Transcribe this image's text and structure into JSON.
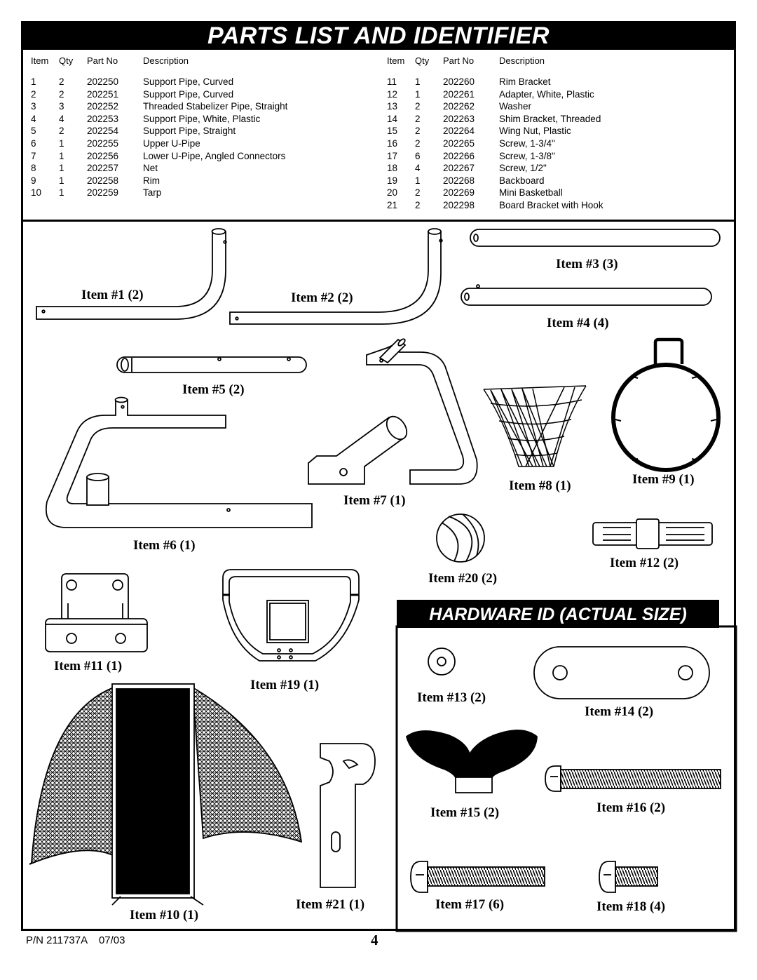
{
  "title": "PARTS LIST AND IDENTIFIER",
  "table_headers": [
    "Item",
    "Qty",
    "Part No",
    "Description"
  ],
  "parts_left": [
    [
      "1",
      "2",
      "202250",
      "Support Pipe, Curved"
    ],
    [
      "2",
      "2",
      "202251",
      "Support Pipe, Curved"
    ],
    [
      "3",
      "3",
      "202252",
      "Threaded Stabelizer Pipe, Straight"
    ],
    [
      "4",
      "4",
      "202253",
      "Support Pipe, White, Plastic"
    ],
    [
      "5",
      "2",
      "202254",
      "Support Pipe, Straight"
    ],
    [
      "6",
      "1",
      "202255",
      "Upper U-Pipe"
    ],
    [
      "7",
      "1",
      "202256",
      "Lower U-Pipe, Angled Connectors"
    ],
    [
      "8",
      "1",
      "202257",
      "Net"
    ],
    [
      "9",
      "1",
      "202258",
      "Rim"
    ],
    [
      "10",
      "1",
      "202259",
      "Tarp"
    ]
  ],
  "parts_right": [
    [
      "11",
      "1",
      "202260",
      "Rim Bracket"
    ],
    [
      "12",
      "1",
      "202261",
      "Adapter, White, Plastic"
    ],
    [
      "13",
      "2",
      "202262",
      "Washer"
    ],
    [
      "14",
      "2",
      "202263",
      "Shim Bracket, Threaded"
    ],
    [
      "15",
      "2",
      "202264",
      "Wing Nut, Plastic"
    ],
    [
      "16",
      "2",
      "202265",
      "Screw, 1-3/4\""
    ],
    [
      "17",
      "6",
      "202266",
      "Screw, 1-3/8\""
    ],
    [
      "18",
      "4",
      "202267",
      "Screw, 1/2\""
    ],
    [
      "19",
      "1",
      "202268",
      "Backboard"
    ],
    [
      "20",
      "2",
      "202269",
      "Mini Basketball"
    ],
    [
      "21",
      "2",
      "202298",
      "Board Bracket with Hook"
    ]
  ],
  "labels": {
    "item1": "Item #1  (2)",
    "item2": "Item #2  (2)",
    "item3": "Item #3  (3)",
    "item4": "Item #4  (4)",
    "item5": "Item #5  (2)",
    "item6": "Item #6  (1)",
    "item7": "Item #7  (1)",
    "item8": "Item #8  (1)",
    "item9": "Item #9  (1)",
    "item10": "Item #10  (1)",
    "item11": "Item #11  (1)",
    "item12": "Item #12  (2)",
    "item13": "Item #13  (2)",
    "item14": "Item #14  (2)",
    "item15": "Item #15  (2)",
    "item16": "Item #16  (2)",
    "item17": "Item #17  (6)",
    "item18": "Item #18  (4)",
    "item19": "Item #19  (1)",
    "item20": "Item #20  (2)",
    "item21": "Item #21  (1)"
  },
  "hardware_title": "HARDWARE ID (ACTUAL SIZE)",
  "footer": {
    "part_number": "P/N 211737A    07/03",
    "page": "4"
  }
}
